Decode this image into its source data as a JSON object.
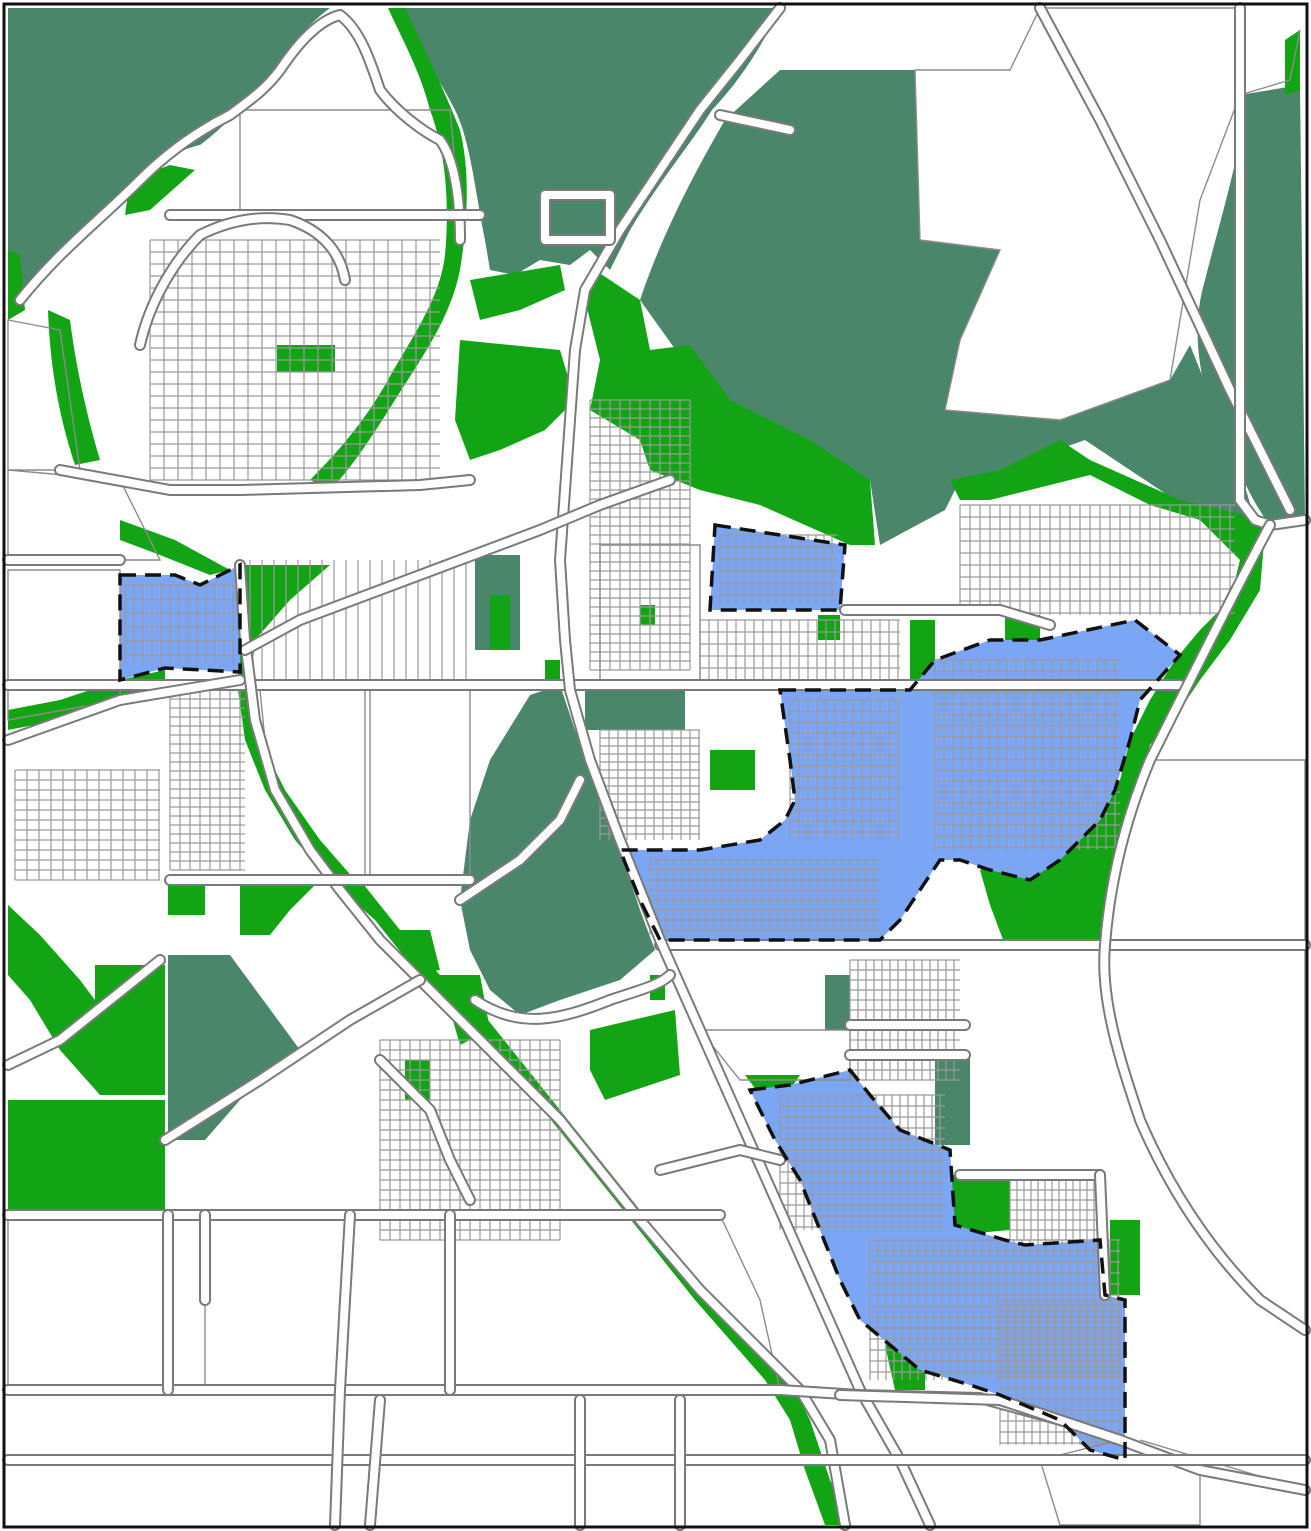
{
  "map": {
    "colors": {
      "background": "#ffffff",
      "preserve": "#4a8669",
      "greenway": "#12a414",
      "park": "#169c47",
      "highlight": "#7aa6f5",
      "road_casing": "#7a7a7a",
      "parcel_line": "#9a9a9a",
      "boundary": "#111111",
      "frame": "#111111"
    },
    "layers": [
      "preserve-areas",
      "greenway-corridors",
      "parcels",
      "roads",
      "highlighted-subdivisions",
      "dashed-boundaries"
    ],
    "highlighted_zones": [
      {
        "id": "west"
      },
      {
        "id": "north-central"
      },
      {
        "id": "east"
      },
      {
        "id": "south"
      }
    ]
  }
}
